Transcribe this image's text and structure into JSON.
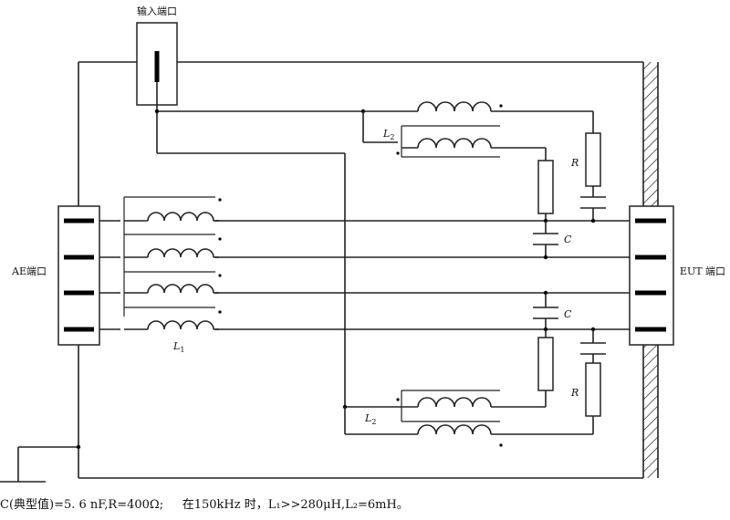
{
  "labels": {
    "input_port": "输入端口",
    "ae_port": "AE端口",
    "eut_port": "EUT 端口",
    "r_top": "R",
    "r_bottom": "R",
    "c_top": "C",
    "c_bottom": "C",
    "l1": "L",
    "l1_sub": "1",
    "l2_top": "L",
    "l2_top_sub": "2",
    "l2_bottom": "L",
    "l2_bottom_sub": "2"
  },
  "caption": "C(典型值)=5. 6 nF,R=400Ω;     在150kHz 时，L₁>>280μH,L₂=6mH。"
}
